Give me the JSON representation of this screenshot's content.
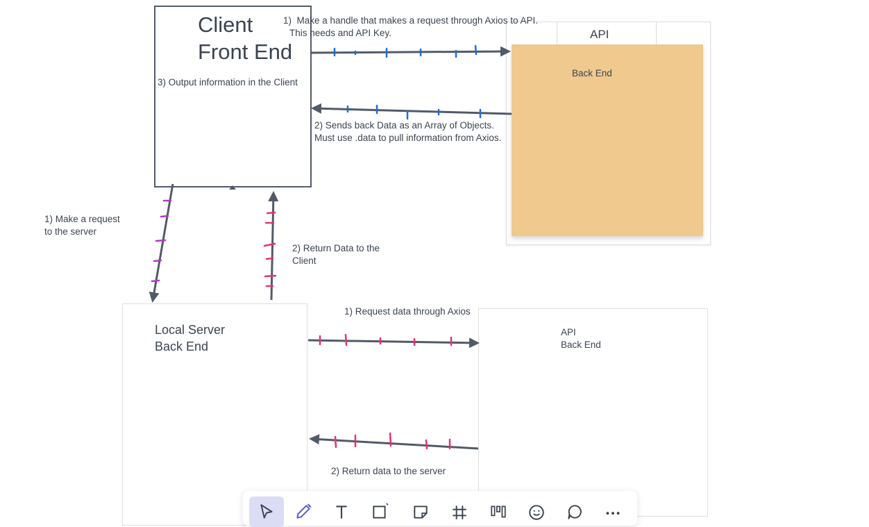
{
  "client": {
    "title_line1": "Client",
    "title_line2": "Front End",
    "note": "3) Output information in the Client"
  },
  "api_top": {
    "label": "API",
    "sticky_text": "Back End",
    "sticky_color": "#f0c98e"
  },
  "arrow_client_to_api": {
    "line1": "1)  Make a handle that makes a request through Axios to API.",
    "line2": "This needs and API Key."
  },
  "arrow_api_to_client": {
    "line1": "2) Sends back Data as an Array of Objects.",
    "line2": "Must use .data to pull information from Axios."
  },
  "arrow_client_to_server": {
    "line1": "1) Make a request",
    "line2": "to the server"
  },
  "arrow_server_to_client": {
    "line1": "2) Return Data to the",
    "line2": "Client"
  },
  "local_server": {
    "line1": "Local Server",
    "line2": "Back End"
  },
  "api_bottom": {
    "line1": "API",
    "line2": "Back End"
  },
  "arrow_server_to_api": {
    "label": "1) Request data through Axios"
  },
  "arrow_api_to_server": {
    "label": "2) Return data to the server"
  },
  "colors": {
    "arrow": "#525a68",
    "tick_blue": "#1f6fd1",
    "tick_purple": "#b03ac7",
    "tick_pink": "#e8336b",
    "toolbar_active": "#dcdcf7"
  },
  "toolbar": {
    "tools": [
      {
        "name": "select-tool",
        "icon": "cursor-arrow-icon",
        "active": true
      },
      {
        "name": "pen-tool",
        "icon": "pencil-icon",
        "active": false
      },
      {
        "name": "text-tool",
        "icon": "text-t-icon",
        "active": false
      },
      {
        "name": "shape-tool",
        "icon": "square-icon",
        "active": false
      },
      {
        "name": "sticky-note-tool",
        "icon": "sticky-note-icon",
        "active": false
      },
      {
        "name": "frame-tool",
        "icon": "hash-frame-icon",
        "active": false
      },
      {
        "name": "board-tool",
        "icon": "kanban-icon",
        "active": false
      },
      {
        "name": "sticker-tool",
        "icon": "sticker-face-icon",
        "active": false
      },
      {
        "name": "comment-tool",
        "icon": "speech-bubble-icon",
        "active": false
      },
      {
        "name": "more-tool",
        "icon": "more-dots-icon",
        "active": false
      }
    ]
  }
}
